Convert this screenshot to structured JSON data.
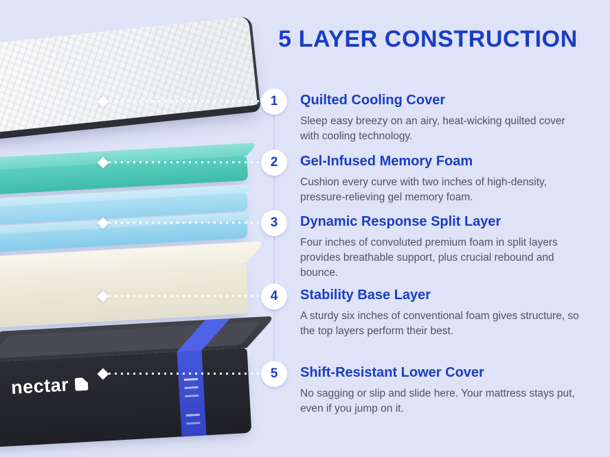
{
  "page": {
    "title": "5 LAYER CONSTRUCTION"
  },
  "brand": {
    "name": "nectar"
  },
  "items": [
    {
      "number": "1",
      "title": "Quilted Cooling Cover",
      "description": "Sleep easy breezy on an airy, heat-wicking quilted cover with cooling technology."
    },
    {
      "number": "2",
      "title": "Gel-Infused Memory Foam",
      "description": "Cushion every curve with two inches of high-density, pressure-relieving gel memory foam."
    },
    {
      "number": "3",
      "title": "Dynamic Response Split Layer",
      "description": "Four inches of convoluted premium foam in split layers provides breathable support, plus crucial rebound and bounce."
    },
    {
      "number": "4",
      "title": "Stability Base Layer",
      "description": "A sturdy six inches of conventional foam gives structure, so the top layers perform their best."
    },
    {
      "number": "5",
      "title": "Shift-Resistant Lower Cover",
      "description": "No sagging or slip and slide here. Your mattress stays put, even if you jump on it."
    }
  ],
  "colors": {
    "background": "#dee3f7",
    "accent_blue": "#1b3cc4",
    "body_text": "#4b5364",
    "layer_teal": "#5ccfc0",
    "layer_light_blue": "#aee0f4",
    "layer_cream": "#efecdf",
    "lower_cover_dark": "#2c2c34",
    "care_label_blue": "#3f50d4",
    "connector_white": "#ffffff"
  }
}
